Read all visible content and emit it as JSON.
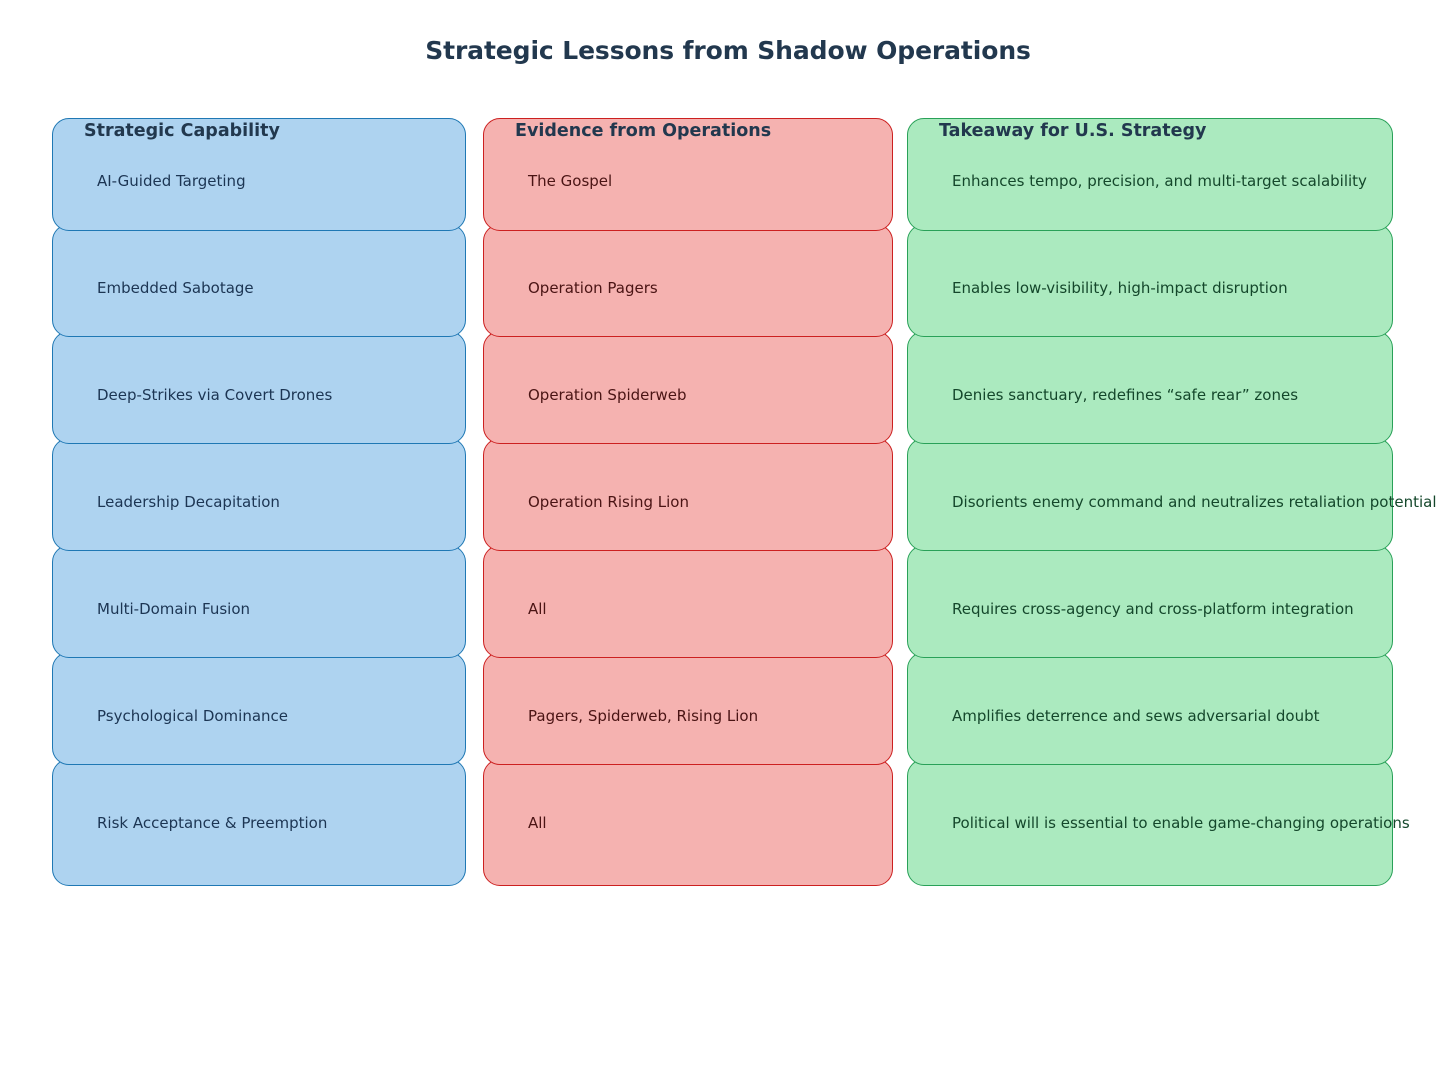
{
  "title": "Strategic Lessons from Shadow Operations",
  "colors": {
    "title_text": "#22384e",
    "capability_fill": "#aed3f0",
    "capability_border": "#1f78b4",
    "capability_text": "#1c3553",
    "evidence_fill": "#f5b2b0",
    "evidence_border": "#cc2020",
    "evidence_text": "#4a1414",
    "takeaway_fill": "#abeabf",
    "takeaway_border": "#29a158",
    "takeaway_text": "#14472b",
    "background": "#ffffff"
  },
  "table": {
    "headers": [
      "Strategic Capability",
      "Evidence from Operations",
      "Takeaway for U.S. Strategy"
    ],
    "rows": [
      {
        "capability": "AI-Guided Targeting",
        "evidence": "The Gospel",
        "takeaway": "Enhances tempo, precision, and multi-target scalability"
      },
      {
        "capability": "Embedded Sabotage",
        "evidence": "Operation Pagers",
        "takeaway": "Enables low-visibility, high-impact disruption"
      },
      {
        "capability": "Deep-Strikes via Covert Drones",
        "evidence": "Operation Spiderweb",
        "takeaway": "Denies sanctuary, redefines “safe rear” zones"
      },
      {
        "capability": "Leadership Decapitation",
        "evidence": "Operation Rising Lion",
        "takeaway": "Disorients enemy command and neutralizes retaliation potential"
      },
      {
        "capability": "Multi-Domain Fusion",
        "evidence": "All",
        "takeaway": "Requires cross-agency and cross-platform integration"
      },
      {
        "capability": "Psychological Dominance",
        "evidence": "Pagers, Spiderweb, Rising Lion",
        "takeaway": "Amplifies deterrence and sews adversarial doubt"
      },
      {
        "capability": "Risk Acceptance & Preemption",
        "evidence": "All",
        "takeaway": "Political will is essential to enable game-changing operations"
      }
    ]
  }
}
